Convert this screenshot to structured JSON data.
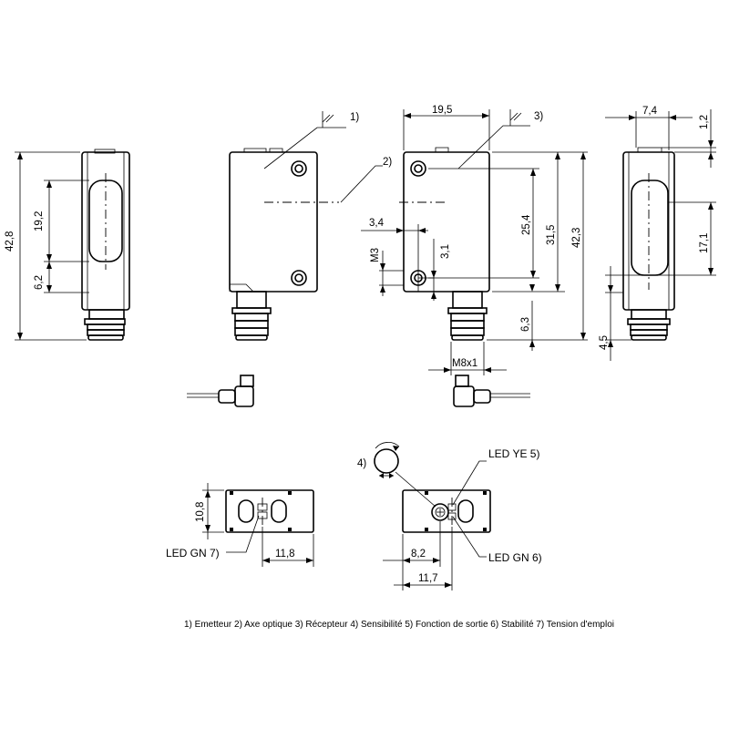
{
  "dimensions": {
    "height_total": "42,8",
    "lens_height": "19,2",
    "lens_offset": "6,2",
    "width_front": "19,5",
    "m3_offset": "3,4",
    "thread_m3": "M3",
    "hole_offset": "3,1",
    "hole_spacing": "25,4",
    "body_to_hole": "31,5",
    "body_height": "42,3",
    "connector_len": "6,3",
    "thread_m8": "M8x1",
    "side_depth": "7,4",
    "side_top": "1,2",
    "side_lens": "17,1",
    "side_bottom": "4,5",
    "top_height": "10,8",
    "top_width_left": "11,8",
    "top_offset": "8,2",
    "top_width_right": "11,7"
  },
  "callouts": {
    "c1": "1)",
    "c2": "2)",
    "c3": "3)",
    "c4": "4)"
  },
  "leds": {
    "led_ye": "LED YE 5)",
    "led_gn_left": "LED GN 7)",
    "led_gn_right": "LED GN 6)"
  },
  "legend": "1) Emetteur  2) Axe optique  3) Récepteur  4) Sensibilité  5) Fonction de sortie  6) Stabilité  7) Tension d'emploi"
}
